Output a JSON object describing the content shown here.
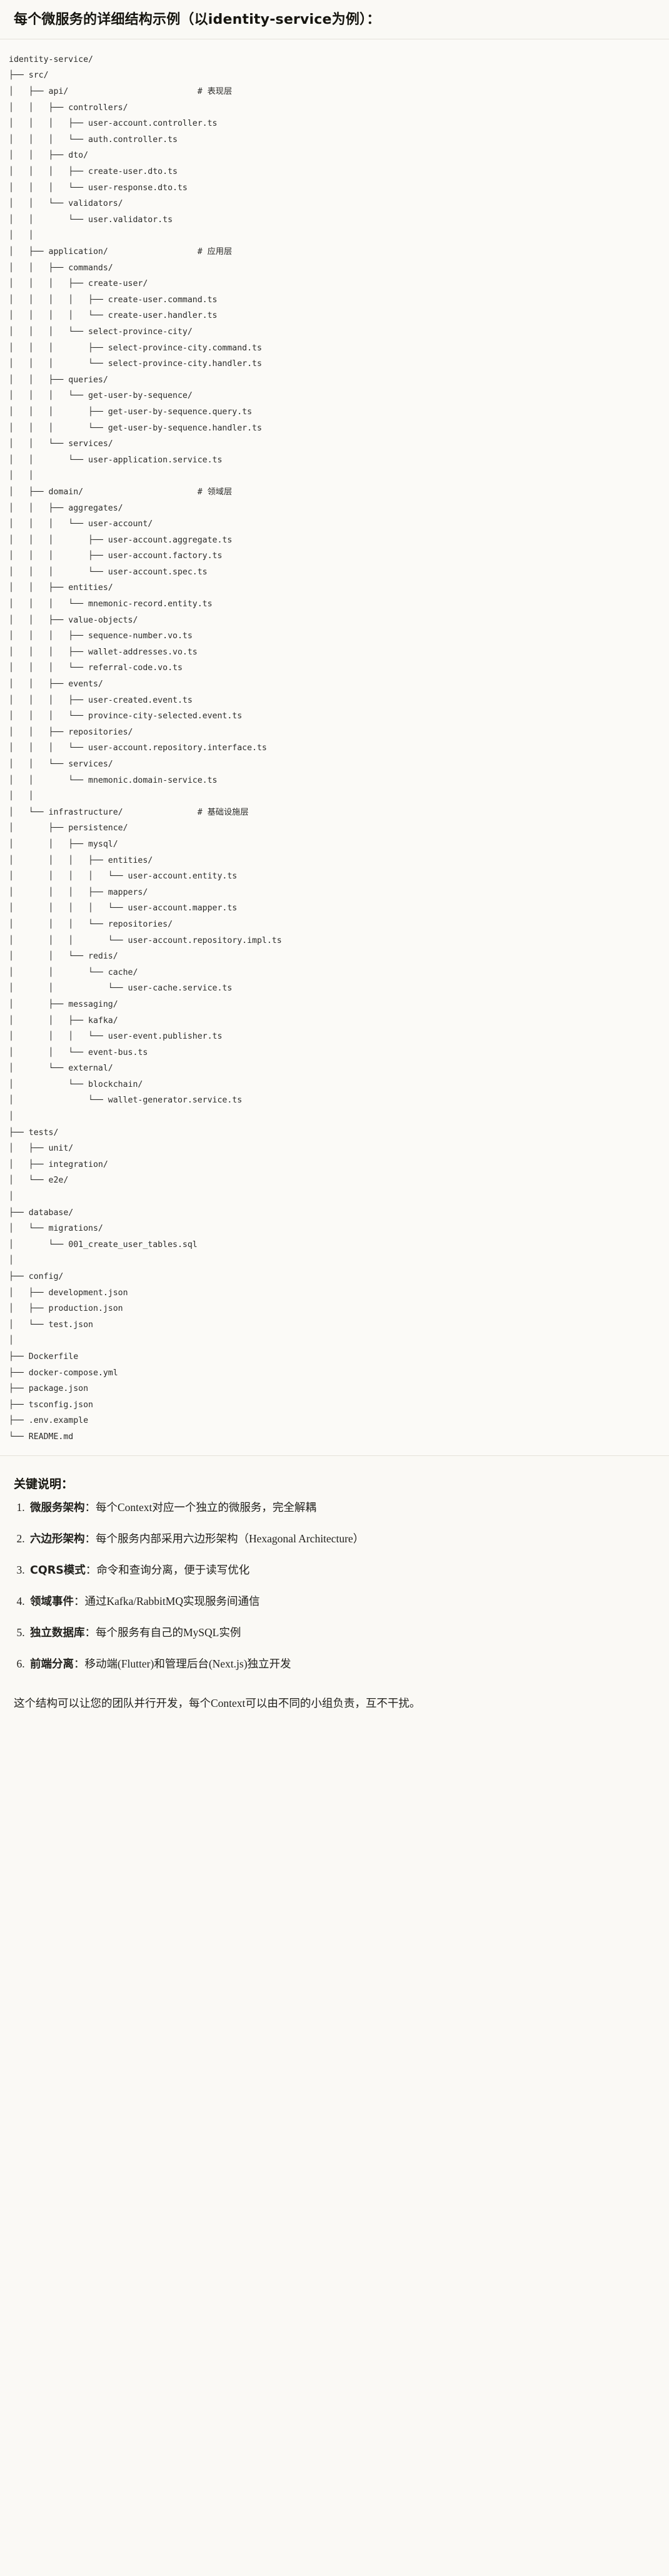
{
  "heading": {
    "prefix": "每个微服务的详细结构示例",
    "paren": "（以identity-service为例）：",
    "full": "每个微服务的详细结构示例（以identity-service为例）："
  },
  "code_block": {
    "language": "text",
    "root": "identity-service/",
    "layer_comments": {
      "api": "# 表现层",
      "application": "# 应用层",
      "domain": "# 领域层",
      "infrastructure": "# 基础设施层"
    },
    "tree": "identity-service/\n├── src/\n│   ├── api/                          # 表现层\n│   │   ├── controllers/\n│   │   │   ├── user-account.controller.ts\n│   │   │   └── auth.controller.ts\n│   │   ├── dto/\n│   │   │   ├── create-user.dto.ts\n│   │   │   └── user-response.dto.ts\n│   │   └── validators/\n│   │       └── user.validator.ts\n│   │\n│   ├── application/                  # 应用层\n│   │   ├── commands/\n│   │   │   ├── create-user/\n│   │   │   │   ├── create-user.command.ts\n│   │   │   │   └── create-user.handler.ts\n│   │   │   └── select-province-city/\n│   │   │       ├── select-province-city.command.ts\n│   │   │       └── select-province-city.handler.ts\n│   │   ├── queries/\n│   │   │   └── get-user-by-sequence/\n│   │   │       ├── get-user-by-sequence.query.ts\n│   │   │       └── get-user-by-sequence.handler.ts\n│   │   └── services/\n│   │       └── user-application.service.ts\n│   │\n│   ├── domain/                       # 领域层\n│   │   ├── aggregates/\n│   │   │   └── user-account/\n│   │   │       ├── user-account.aggregate.ts\n│   │   │       ├── user-account.factory.ts\n│   │   │       └── user-account.spec.ts\n│   │   ├── entities/\n│   │   │   └── mnemonic-record.entity.ts\n│   │   ├── value-objects/\n│   │   │   ├── sequence-number.vo.ts\n│   │   │   ├── wallet-addresses.vo.ts\n│   │   │   └── referral-code.vo.ts\n│   │   ├── events/\n│   │   │   ├── user-created.event.ts\n│   │   │   └── province-city-selected.event.ts\n│   │   ├── repositories/\n│   │   │   └── user-account.repository.interface.ts\n│   │   └── services/\n│   │       └── mnemonic.domain-service.ts\n│   │\n│   └── infrastructure/               # 基础设施层\n│       ├── persistence/\n│       │   ├── mysql/\n│       │   │   ├── entities/\n│       │   │   │   └── user-account.entity.ts\n│       │   │   ├── mappers/\n│       │   │   │   └── user-account.mapper.ts\n│       │   │   └── repositories/\n│       │   │       └── user-account.repository.impl.ts\n│       │   └── redis/\n│       │       └── cache/\n│       │           └── user-cache.service.ts\n│       ├── messaging/\n│       │   ├── kafka/\n│       │   │   └── user-event.publisher.ts\n│       │   └── event-bus.ts\n│       └── external/\n│           └── blockchain/\n│               └── wallet-generator.service.ts\n│\n├── tests/\n│   ├── unit/\n│   ├── integration/\n│   └── e2e/\n│\n├── database/\n│   └── migrations/\n│       └── 001_create_user_tables.sql\n│\n├── config/\n│   ├── development.json\n│   ├── production.json\n│   └── test.json\n│\n├── Dockerfile\n├── docker-compose.yml\n├── package.json\n├── tsconfig.json\n├── .env.example\n└── README.md"
  },
  "notes": {
    "title": "关键说明：",
    "items": [
      {
        "term": "微服务架构",
        "sep": "：",
        "desc": "每个Context对应一个独立的微服务，完全解耦"
      },
      {
        "term": "六边形架构",
        "sep": "：",
        "desc": "每个服务内部采用六边形架构（Hexagonal Architecture）"
      },
      {
        "term": "CQRS模式",
        "sep": "：",
        "desc": "命令和查询分离，便于读写优化"
      },
      {
        "term": "领域事件",
        "sep": "：",
        "desc": "通过Kafka/RabbitMQ实现服务间通信"
      },
      {
        "term": "独立数据库",
        "sep": "：",
        "desc": "每个服务有自己的MySQL实例"
      },
      {
        "term": "前端分离",
        "sep": "：",
        "desc": "移动端(Flutter)和管理后台(Next.js)独立开发"
      }
    ],
    "closing": "这个结构可以让您的团队并行开发，每个Context可以由不同的小组负责，互不干扰。"
  },
  "colors": {
    "page_bg": "#faf9f5",
    "code_bg": "#fbfaf7",
    "rule": "#e4e2da",
    "text": "#1a1a18",
    "code_text": "#2b2b29"
  }
}
